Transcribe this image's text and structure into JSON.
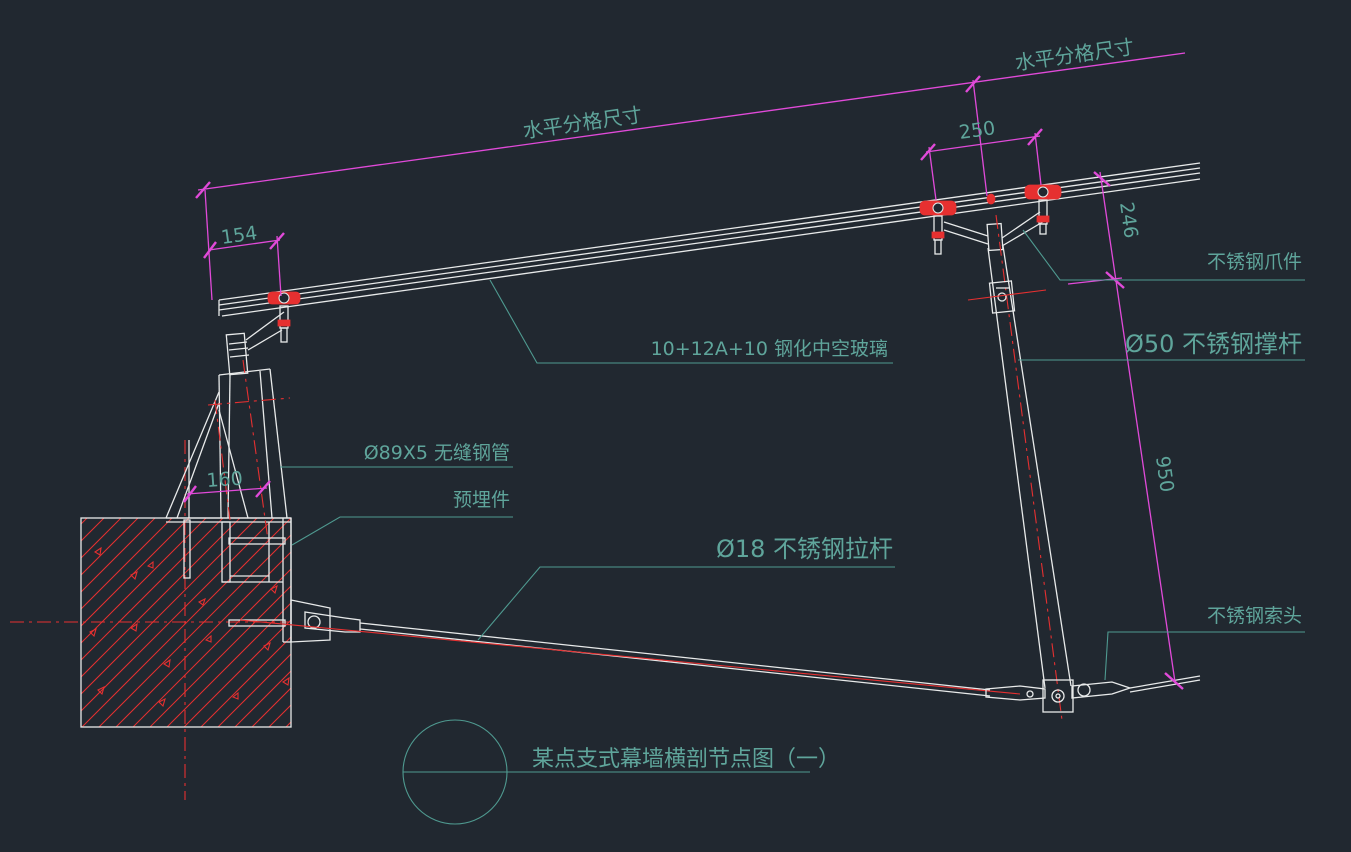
{
  "colors": {
    "background": "#212830",
    "structure": "#e8eaea",
    "dimension": "#e14ad9",
    "centerline": "#e63030",
    "annotation": "#5fa59b"
  },
  "dimensions": {
    "top_span": "水平分格尺寸",
    "top_span_right": "水平分格尺寸",
    "d154": "154",
    "d250": "250",
    "d246": "246",
    "d160": "160",
    "d950": "950"
  },
  "labels": {
    "claw": "不锈钢爪件",
    "glass": "10+12A+10 钢化中空玻璃",
    "strut": "Ø50 不锈钢撑杆",
    "pipe": "Ø89X5 无缝钢管",
    "embed": "预埋件",
    "tie_rod": "Ø18 不锈钢拉杆",
    "cable_head": "不锈钢索头"
  },
  "title": "某点支式幕墙横剖节点图（一）"
}
